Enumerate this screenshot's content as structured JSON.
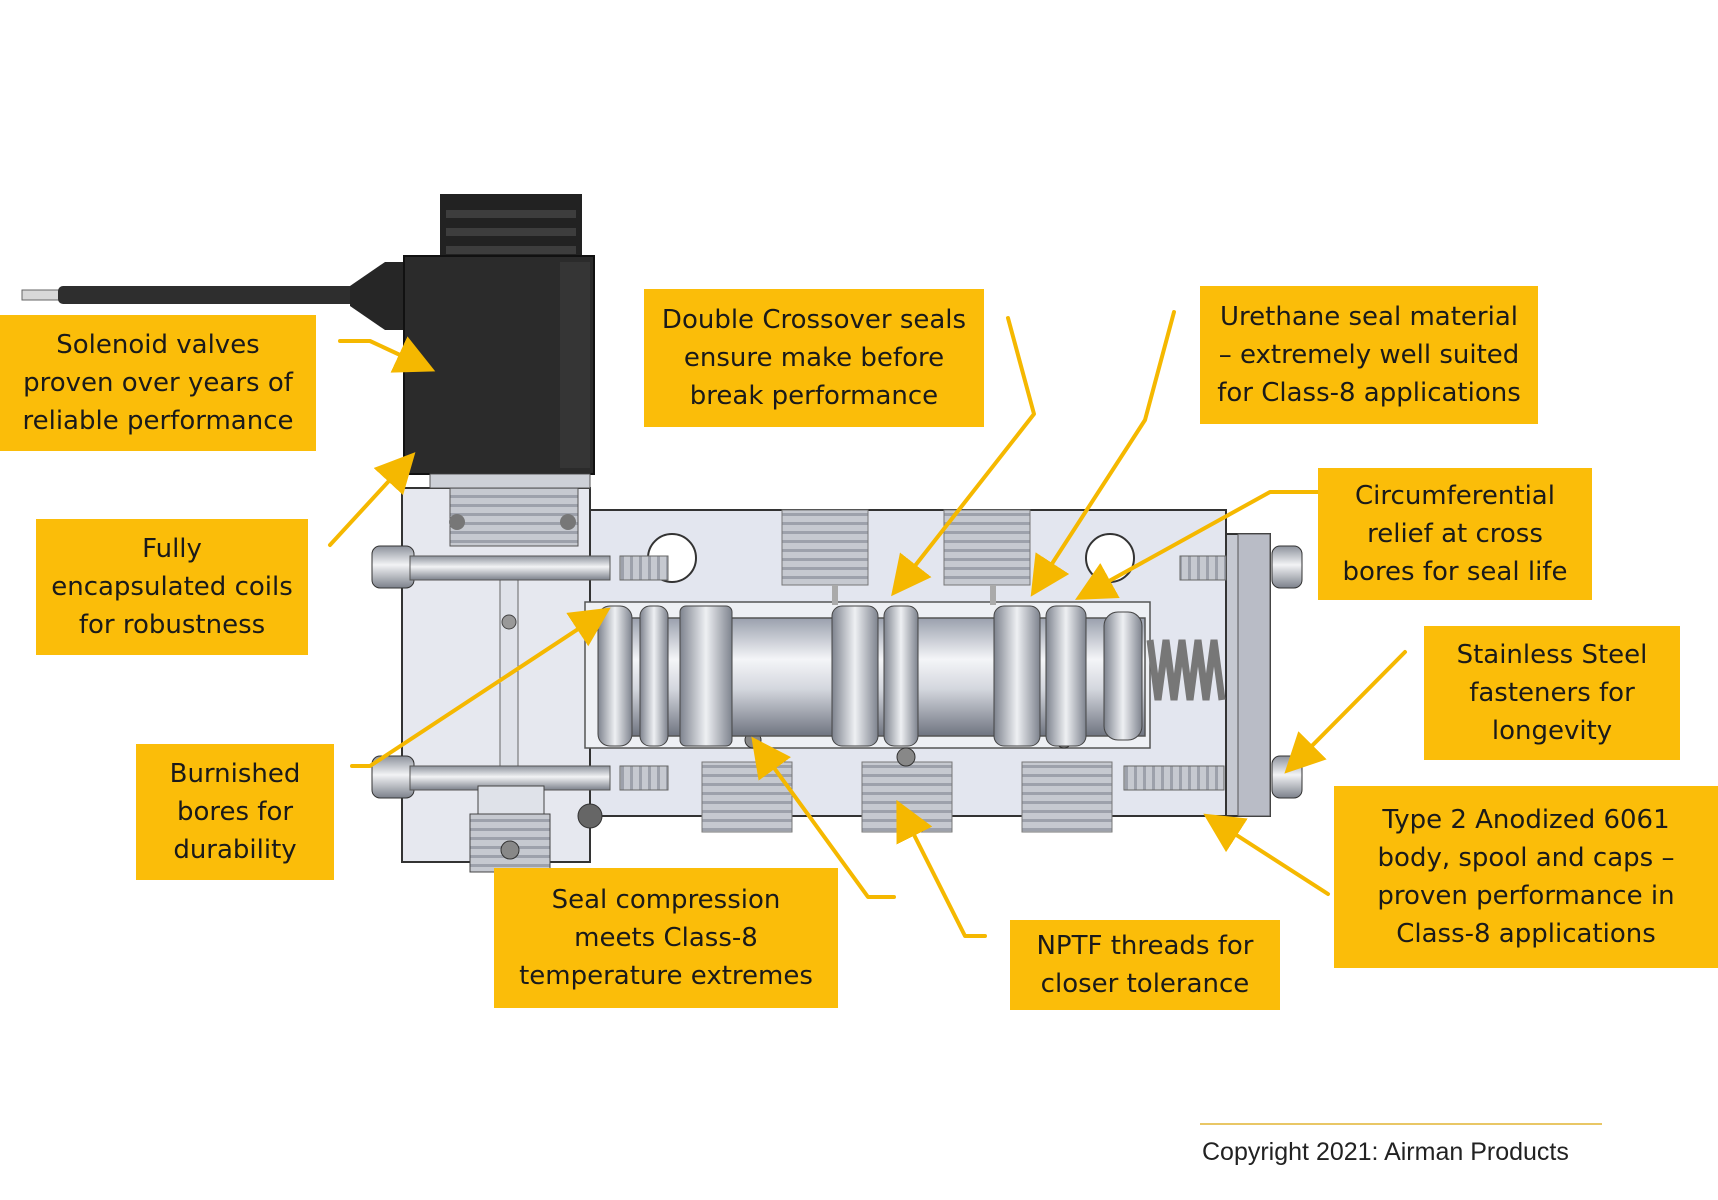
{
  "callouts": {
    "solenoid": [
      "Solenoid valves",
      "proven over years of",
      "reliable performance"
    ],
    "coils": [
      "Fully",
      "encapsulated coils",
      "for robustness"
    ],
    "burnished": [
      "Burnished",
      "bores for",
      "durability"
    ],
    "double_crossover": [
      "Double Crossover seals",
      "ensure make before",
      "break performance"
    ],
    "urethane": [
      "Urethane seal material",
      "– extremely well suited",
      "for Class-8 applications"
    ],
    "circumferential": [
      "Circumferential",
      "relief at cross",
      "bores for seal life"
    ],
    "stainless": [
      "Stainless Steel",
      "fasteners for",
      "longevity"
    ],
    "anodized": [
      "Type 2 Anodized 6061",
      "body, spool and caps –",
      "proven performance in",
      "Class-8 applications"
    ],
    "seal_compression": [
      "Seal compression",
      "meets Class-8",
      "temperature extremes"
    ],
    "nptf": [
      "NPTF threads for",
      "closer tolerance"
    ]
  },
  "copyright": "Copyright 2021: Airman Products",
  "colors": {
    "callout_fill": "#fbbd09",
    "leader_line": "#f5b800",
    "body_fill": "#e3e6ef",
    "solenoid_fill": "#2b2b2b"
  }
}
